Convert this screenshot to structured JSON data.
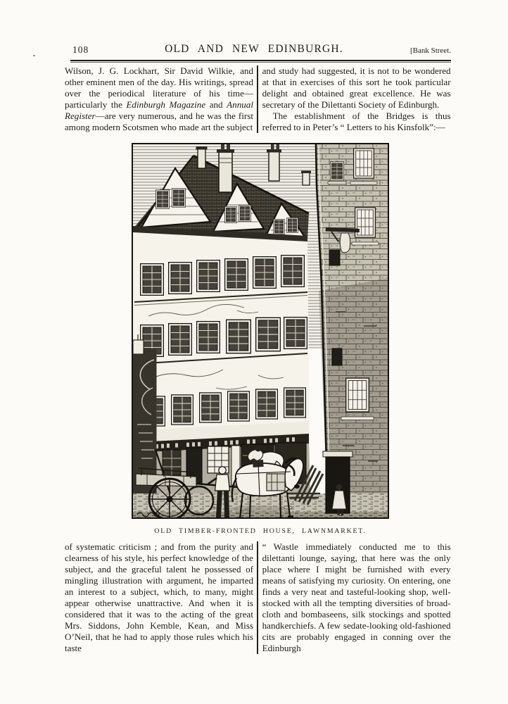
{
  "page": {
    "header": {
      "page_number": "108",
      "title": "OLD  AND  NEW  EDINBURGH.",
      "section_note": "[Bank Street."
    },
    "top_left_column": {
      "segments": [
        {
          "t": "Wilson, J. G. Lockhart, Sir David Wilkie, and other eminent men of the day.  His writings, spread over the periodical literature of his time—particularly the ",
          "i": false
        },
        {
          "t": "Edinburgh Magazine",
          "i": true
        },
        {
          "t": " and ",
          "i": false
        },
        {
          "t": "Annual Register",
          "i": true
        },
        {
          "t": "—are very numerous, and he was the first among modern Scotsmen who made art the subject",
          "i": false
        }
      ]
    },
    "top_right_column": {
      "paragraphs": [
        "and study had suggested, it is not to be wondered at that in exercises of this sort he took particular delight and obtained great excellence.  He was secretary of the Dilettanti Society of Edinburgh.",
        "The establishment of the Bridges is thus referred to in Peter’s “ Letters to his Kinsfolk”:—"
      ]
    },
    "illustration": {
      "caption": "OLD TIMBER-FRONTED HOUSE, LAWNMARKET."
    },
    "bottom_left_column": "of systematic criticism ;  and from the purity and clearness of his style, his perfect knowledge of the subject, and the graceful talent he possessed of mingling illustration with argument, he imparted an interest to a subject, which, to many, might appear otherwise unattractive.  And when it is considered that it was to the acting of the great Mrs. Siddons, John Kemble, Kean, and Miss O’Neil, that he had to apply those rules which his taste",
    "bottom_right_column": "“ Wastle immediately conducted me to this dilettanti lounge, saying, that here was the only place where I might be furnished with every means of satisfying my curiosity.  On entering, one finds a very neat and tasteful-looking shop, well-stocked with all the tempting diversities of broad-cloth and bombaseens, silk stockings and spotted handkerchiefs.  A few sedate-looking old-fashioned cits are probably engaged in conning over the Edinburgh"
  },
  "colors": {
    "ink": "#1c1a15",
    "paper": "#fcfbf7"
  }
}
